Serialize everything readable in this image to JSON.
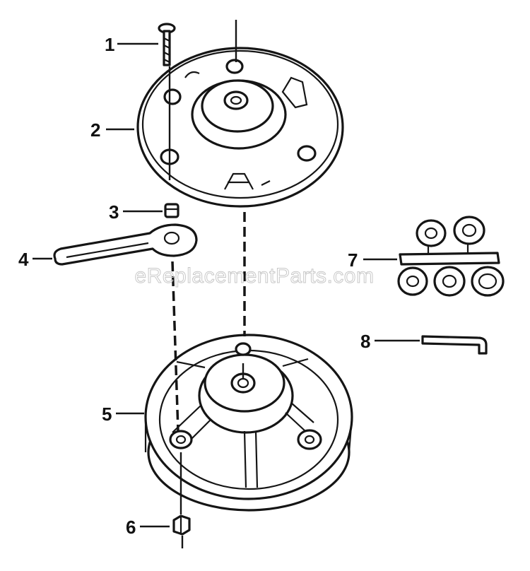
{
  "watermark": "eReplacementParts.com",
  "callouts": [
    {
      "id": "1",
      "label": "1"
    },
    {
      "id": "2",
      "label": "2"
    },
    {
      "id": "3",
      "label": "3"
    },
    {
      "id": "4",
      "label": "4"
    },
    {
      "id": "5",
      "label": "5"
    },
    {
      "id": "6",
      "label": "6"
    },
    {
      "id": "7",
      "label": "7"
    },
    {
      "id": "8",
      "label": "8"
    }
  ],
  "colors": {
    "ink": "#151515",
    "background": "#ffffff",
    "watermark": "#c8c8c8"
  }
}
